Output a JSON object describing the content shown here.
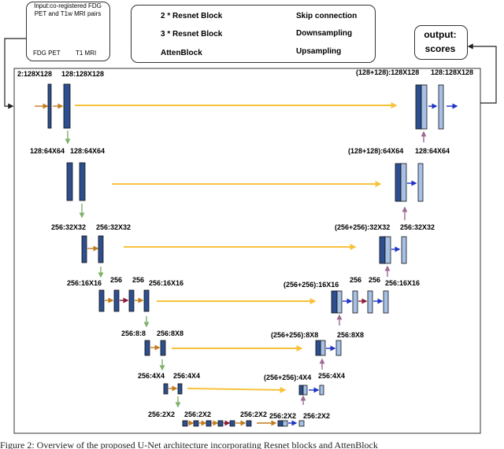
{
  "input_box": {
    "title_line1": "Input:co-registered FDG",
    "title_line2": "PET and T1w MRI pairs",
    "img1_label": "FDG PET",
    "img2_label": "T1 MRI"
  },
  "output_box": {
    "line1": "output:",
    "line2": "scores"
  },
  "legend": {
    "resnet2": "2 * Resnet Block",
    "resnet3": "3 * Resnet Block",
    "atten": "AttenBlock",
    "skip": "Skip connection",
    "down": "Downsampling",
    "up": "Upsampling"
  },
  "colors": {
    "block_dark": "#2e4f8f",
    "block_light": "#a7c0e6",
    "resnet2_arrow": "#c27c1e",
    "resnet3_arrow": "#1f33c8",
    "atten_arrow": "#8b1a3a",
    "skip_arrow": "#f7c23a",
    "down_arrow": "#7fb069",
    "up_arrow": "#9e6a92"
  },
  "labels": {
    "enc1": "2:128X128",
    "enc1b": "128:128X128",
    "dec1": "(128+128):128X128",
    "dec1b": "128:128X128",
    "enc2": "128:64X64",
    "enc2b": "128:64X64",
    "dec2": "(128+128):64X64",
    "dec2b": "128:64X64",
    "enc3": "256:32X32",
    "enc3b": "256:32X32",
    "dec3": "(256+256):32X32",
    "dec3b": "256:32X32",
    "enc4": "256:16X16",
    "enc4_mid1": "256",
    "enc4_mid2": "256",
    "enc4b": "256:16X16",
    "dec4": "(256+256):16X16",
    "dec4_mid1": "256",
    "dec4_mid2": "256",
    "dec4b": "256:16X16",
    "enc5": "256:8:8",
    "enc5b": "256:8X8",
    "dec5": "(256+256):8X8",
    "dec5b": "256:8X8",
    "enc6": "256:4X4",
    "enc6b": "256:4X4",
    "dec6": "(256+256):4X4",
    "dec6b": "256:4X4",
    "bott1": "256:2X2",
    "bott1b": "256:2X2",
    "bott2": "256:2X2",
    "bott3": "256:2X2",
    "bott3b": "256:2X2"
  },
  "caption": "Figure 2: Overview of the proposed U-Net architecture incorporating Resnet blocks and AttenBlock"
}
